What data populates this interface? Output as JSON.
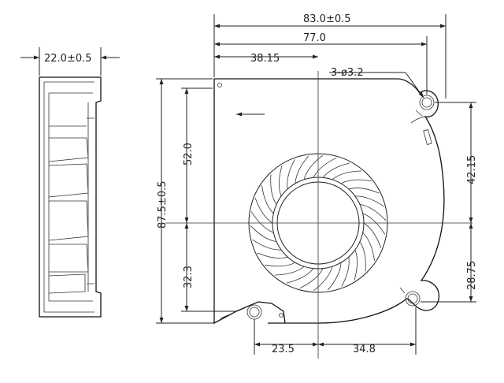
{
  "dimensions": {
    "side_width": "22.0±0.5",
    "overall_width": "83.0±0.5",
    "hole_span": "77.0",
    "center_offset_x": "38.15",
    "mount_holes": "3-ø3.2",
    "overall_height": "87.5±0.5",
    "center_offset_top": "52.0",
    "center_offset_bottom": "32.3",
    "hole_offset_top": "42.15",
    "hole_offset_bottom": "28.75",
    "hole_offset_left": "23.5",
    "hole_offset_right": "34.8"
  }
}
